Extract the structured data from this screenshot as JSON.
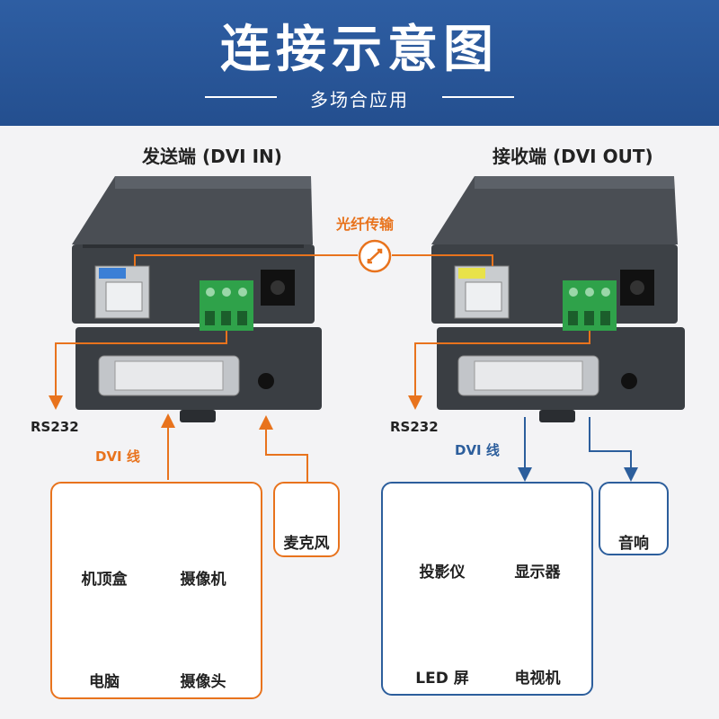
{
  "header": {
    "title": "连接示意图",
    "subtitle": "多场合应用"
  },
  "sender": {
    "title": "发送端 (DVI IN)",
    "rs232": "RS232",
    "cable": "DVI 线"
  },
  "receiver": {
    "title": "接收端 (DVI OUT)",
    "rs232": "RS232",
    "cable": "DVI 线"
  },
  "link": {
    "label": "光纤传输"
  },
  "sources": [
    {
      "label": "机顶盒",
      "icon": "set-top-box-icon"
    },
    {
      "label": "摄像机",
      "icon": "camcorder-icon"
    },
    {
      "label": "电脑",
      "icon": "computer-icon"
    },
    {
      "label": "摄像头",
      "icon": "webcam-icon"
    }
  ],
  "microphone": {
    "label": "麦克风",
    "icon": "microphone-icon"
  },
  "displays": [
    {
      "label": "投影仪",
      "icon": "projector-icon"
    },
    {
      "label": "显示器",
      "icon": "monitor-icon"
    },
    {
      "label": "LED 屏",
      "icon": "led-wall-icon"
    },
    {
      "label": "电视机",
      "icon": "tv-icon"
    }
  ],
  "speaker": {
    "label": "音响",
    "icon": "speaker-icon"
  },
  "colors": {
    "header": "#2e5ea3",
    "orange": "#e8731d",
    "blue": "#2c5e9c",
    "device": "#3d4146"
  }
}
